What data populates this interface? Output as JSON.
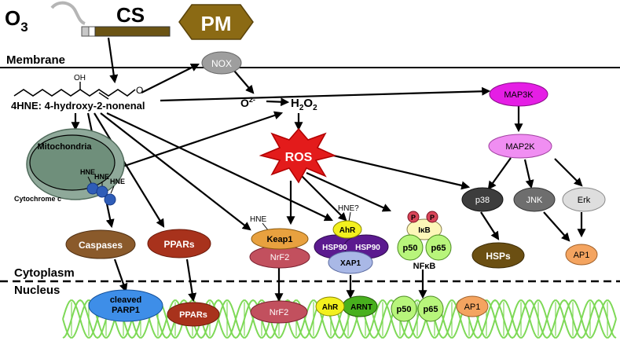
{
  "stimuli": {
    "ozone_base": "O",
    "ozone_sub": "3",
    "cigarette_smoke": "CS",
    "particulate_matter": "PM"
  },
  "compartments": {
    "membrane": "Membrane",
    "cytoplasm": "Cytoplasm",
    "nucleus": "Nucleus"
  },
  "molecule": {
    "oh_label": "OH",
    "aldehyde_o": "O",
    "name": "4HNE: 4-hydroxy-2-nonenal"
  },
  "nodes": {
    "nox": "NOX",
    "superoxide_base": "O",
    "superoxide_sup": "2-",
    "h2o2_base": "H",
    "h2o2_sub1": "2",
    "h2o2_mid": "O",
    "h2o2_sub2": "2",
    "ros": "ROS",
    "mitochondria": "Mitochondria",
    "hne": "HNE",
    "hne_query": "HNE?",
    "cytochrome_c": "Cytochrome c",
    "caspases": "Caspases",
    "pparc": "PPARs",
    "keap1": "Keap1",
    "nrf2": "NrF2",
    "ahr": "AhR",
    "hsp90": "HSP90",
    "xap1": "XAP1",
    "phospho": "P",
    "ikb": "IκB",
    "p50": "p50",
    "p65": "p65",
    "nfkb": "NFκB",
    "map3k": "MAP3K",
    "map2k": "MAP2K",
    "p38": "p38",
    "jnk": "JNK",
    "erk": "Erk",
    "hsps": "HSPs",
    "ap1": "AP1"
  },
  "nuclear": {
    "cleaved": "cleaved",
    "parp1": "PARP1",
    "pparn": "PPARs",
    "nrf2": "NrF2",
    "ahr": "AhR",
    "arnt": "ARNT",
    "p50": "p50",
    "p65": "p65",
    "ap1": "AP1"
  },
  "colors": {
    "pm": "#8b6a14",
    "cs_rod": "#6b5414",
    "ros": "#e31b1b",
    "caspases": "#8a5a2b",
    "ppar": "#a8321c",
    "keap1": "#e8a13f",
    "nrf2": "#c2505e",
    "ahr": "#f3f01e",
    "hsp90": "#5b1a8f",
    "xap1": "#a9b8e6",
    "ikb": "#fdf7b8",
    "nfkb": "#b8f57b",
    "phospho": "#d9465a",
    "map3k": "#e51ee5",
    "map2k": "#f08ef2",
    "p38": "#3d3d3d",
    "jnk": "#6e6e6e",
    "erk": "#dedede",
    "hsps": "#6b4f12",
    "ap1": "#f4a460",
    "parp1": "#3e8ee8",
    "arnt": "#48b01e",
    "mito_outer": "#8fa99a",
    "mito_inner": "#6f8f7b",
    "cyto": "#2f5db8",
    "dna": "#7ed957"
  }
}
